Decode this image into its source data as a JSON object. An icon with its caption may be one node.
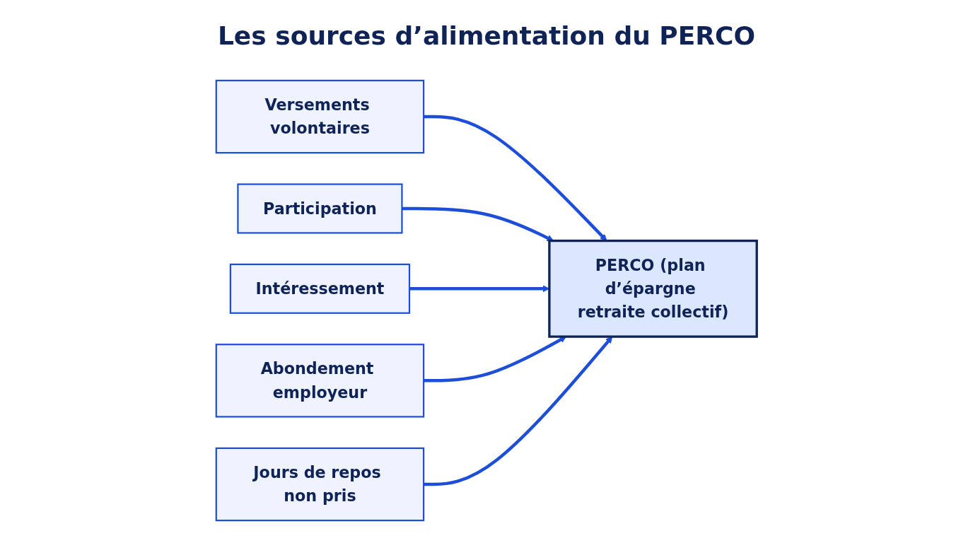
{
  "diagram": {
    "title": "Les sources d’alimentation du PERCO",
    "nodes": [
      {
        "text": [
          "Versements volontaires"
        ]
      },
      {
        "text": [
          "Participation"
        ]
      },
      {
        "text": [
          "PERCO (plan d’épargne retraite collectif)"
        ]
      },
      {
        "text": [
          "Intéressement"
        ]
      },
      {
        "text": [
          "Abondement employeur"
        ]
      },
      {
        "text": [
          "Jours de repos non pris"
        ]
      }
    ],
    "edges": [
      {
        "from": 0,
        "to": 2,
        "arrow": "to"
      },
      {
        "from": 1,
        "to": 2,
        "arrow": "to"
      },
      {
        "from": 3,
        "to": 2,
        "arrow": "to"
      },
      {
        "from": 4,
        "to": 2,
        "arrow": "to"
      },
      {
        "from": 5,
        "to": 2,
        "arrow": "to"
      }
    ]
  }
}
